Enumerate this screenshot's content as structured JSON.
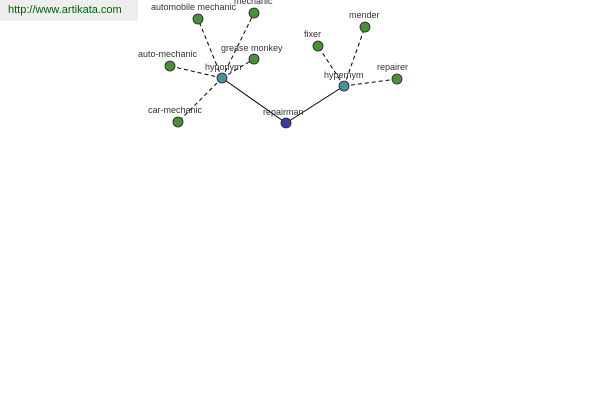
{
  "site_url": "http://www.artikata.com",
  "colors": {
    "root_node": "#3a3aa0",
    "relation_node": "#4a8fa0",
    "term_node": "#4a8f3a",
    "url_text": "#006400",
    "url_background": "#eeeeee"
  },
  "diagram": {
    "root": {
      "id": "repairman",
      "label": "repairman",
      "kind": "root"
    },
    "relations": [
      {
        "id": "hyponym",
        "label": "hyponym",
        "kind": "relation",
        "parent": "repairman"
      },
      {
        "id": "hypernym",
        "label": "hypernym",
        "kind": "relation",
        "parent": "repairman"
      }
    ],
    "terms": [
      {
        "id": "automobile-mechanic",
        "label": "automobile mechanic",
        "parent": "hyponym"
      },
      {
        "id": "mechanic",
        "label": "mechanic",
        "parent": "hyponym"
      },
      {
        "id": "grease-monkey",
        "label": "grease monkey",
        "parent": "hyponym"
      },
      {
        "id": "auto-mechanic",
        "label": "auto-mechanic",
        "parent": "hyponym"
      },
      {
        "id": "car-mechanic",
        "label": "car-mechanic",
        "parent": "hyponym"
      },
      {
        "id": "fixer",
        "label": "fixer",
        "parent": "hypernym"
      },
      {
        "id": "mender",
        "label": "mender",
        "parent": "hypernym"
      },
      {
        "id": "repairer",
        "label": "repairer",
        "parent": "hypernym"
      }
    ]
  }
}
